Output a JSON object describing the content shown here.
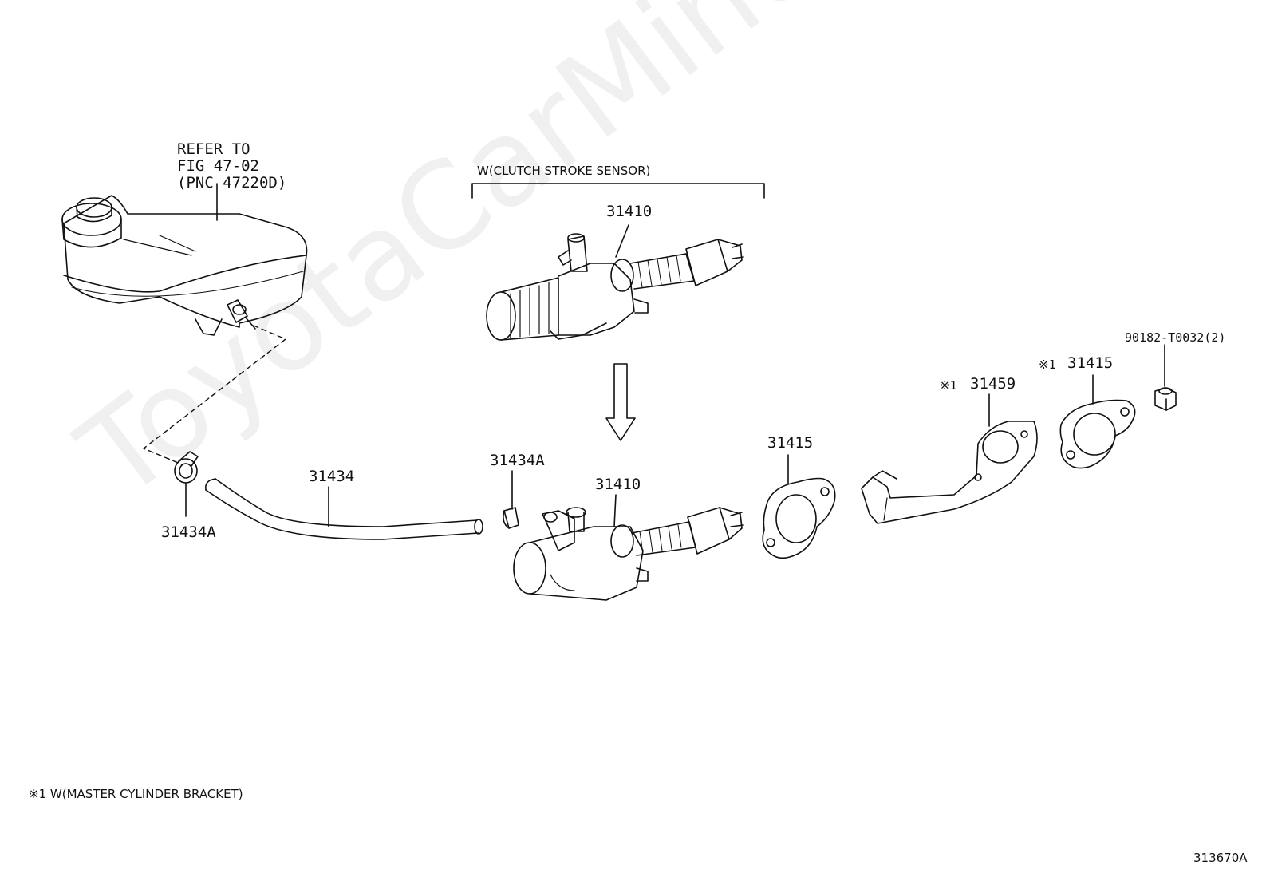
{
  "watermark": "ToyotaCarMine.ru",
  "labels": {
    "refer_line1": "REFER TO",
    "refer_line2": "FIG 47-02",
    "refer_line3": "(PNC 47220D)",
    "clutch_sensor_note": "W(CLUTCH STROKE SENSOR)",
    "part_31410_top": "31410",
    "part_31410_bottom": "31410",
    "part_31434": "31434",
    "part_31434A_left": "31434A",
    "part_31434A_mid": "31434A",
    "part_31415_mid": "31415",
    "part_31459": "31459",
    "part_31415_right": "31415",
    "marker_31459": "※1",
    "marker_31415": "※1",
    "part_nut": "90182-T0032(2)",
    "footnote": "※1  W(MASTER CYLINDER BRACKET)",
    "figure_id": "313670A"
  }
}
